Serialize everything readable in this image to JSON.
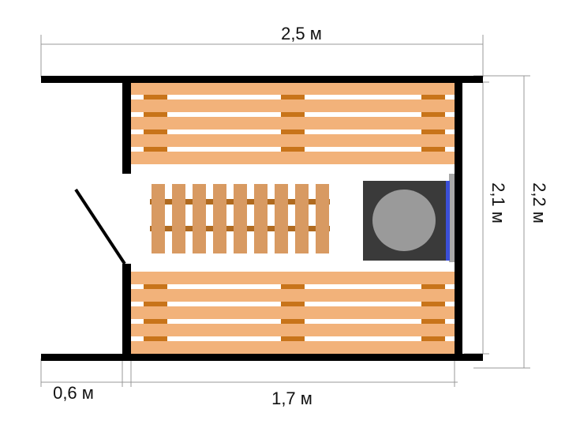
{
  "dimensions": {
    "total_width": "2,5 м",
    "inner_height": "2,1 м",
    "total_height": "2,2 м",
    "entry_width": "0,6 м",
    "room_width": "1,7 м"
  },
  "colors": {
    "wall": "#000000",
    "bench_plank": "#f2b27a",
    "bench_support": "#c8741a",
    "floor_grate": "#d89a62",
    "floor_grate_support": "#b06a1f",
    "stove_body": "#3a3a3a",
    "stove_stones": "#9a9a9a",
    "stove_screen": "#3b4fd8",
    "stove_back": "#a8a8a8",
    "dimension_line": "#999999"
  },
  "icons": [
    "door-leaf-icon",
    "stove-icon"
  ]
}
